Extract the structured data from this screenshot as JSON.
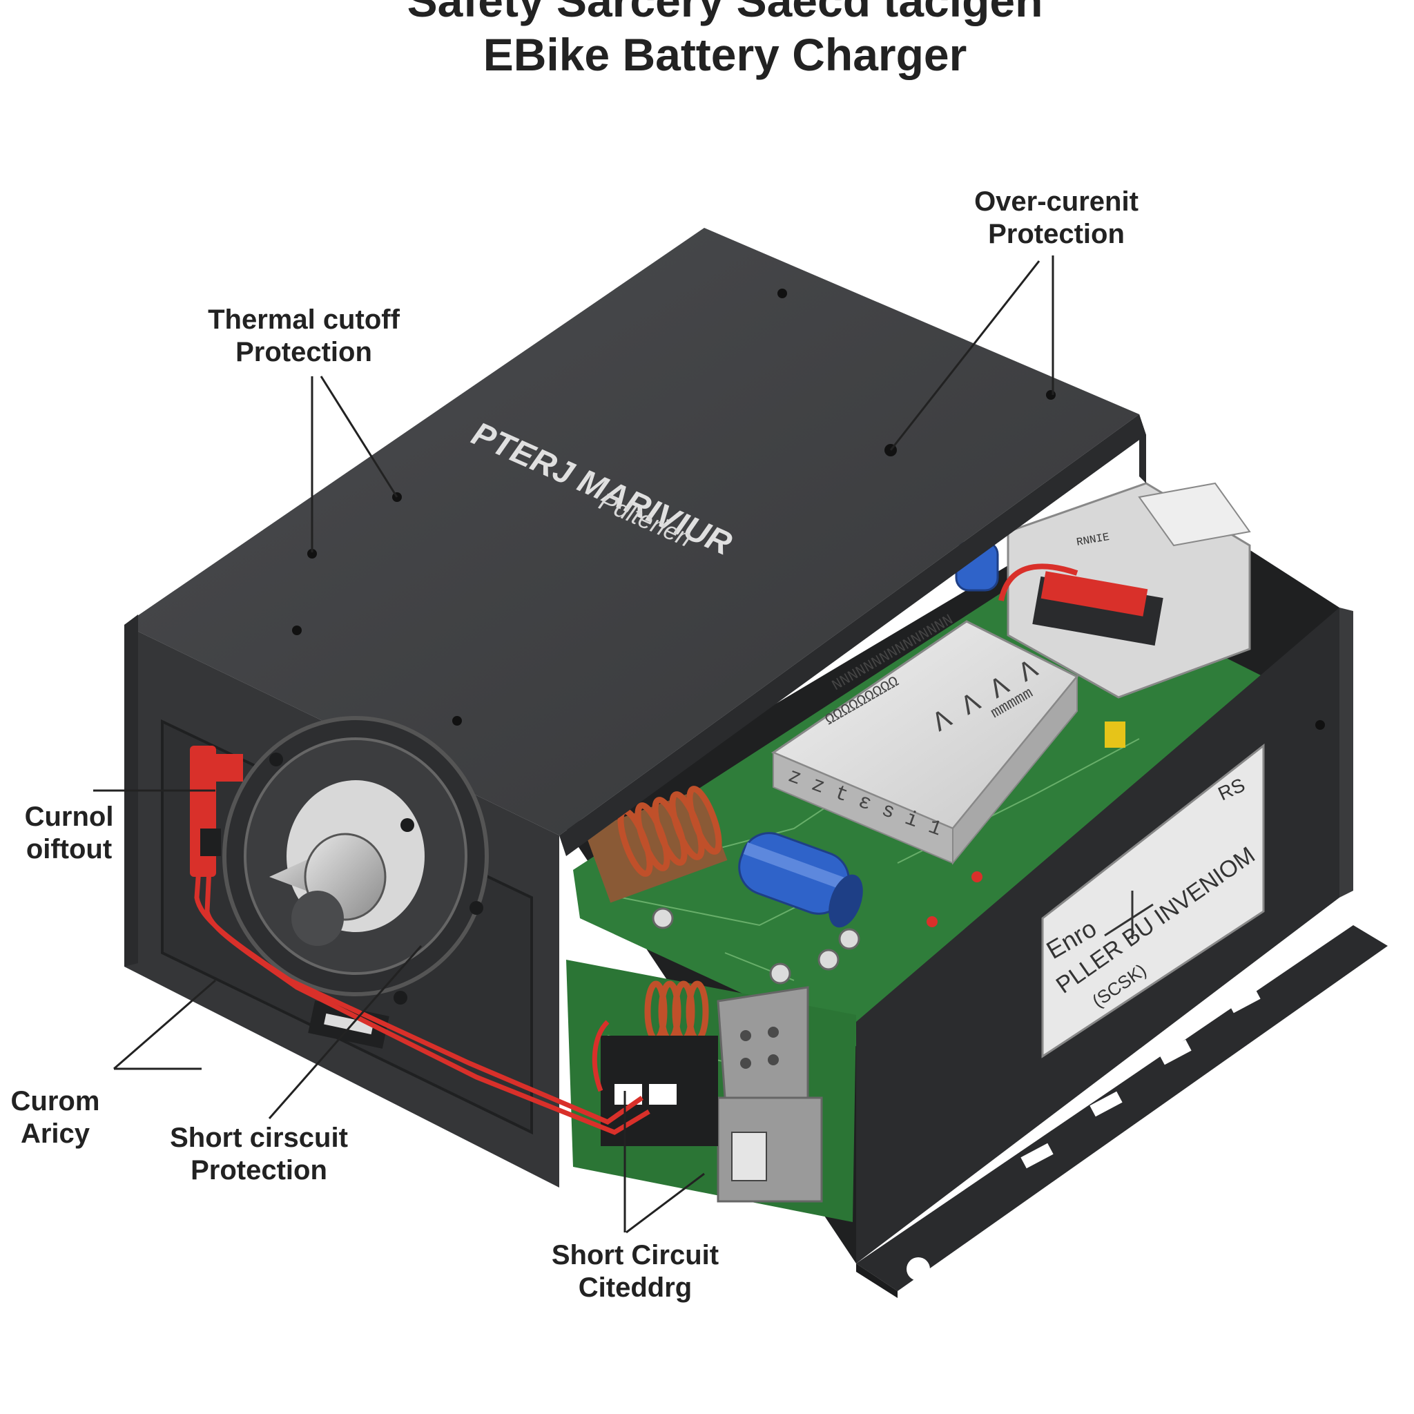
{
  "title": {
    "line1": "Safety Sarcery Saecd tacigen",
    "line2": "EBike Battery Charger"
  },
  "device": {
    "lid_brand": "PTERJ MARIVIUR",
    "lid_sub": "Pdlterien",
    "chip_text_1": "NNNNNNNNNNNNNNN",
    "chip_text_2": "ΩΩΩΩΩΩΩΩΩ",
    "chip_text_3": "Λ Λ Λ Λ",
    "chip_text_4": "mmmmm",
    "chip_text_5": "z z t ε s i 1",
    "label_rs": "RS",
    "label_line1": "Enro",
    "label_line2": "PLLER BU INVENIOM",
    "label_line3": "(SCSK)",
    "board_small_text": "RNNIE"
  },
  "callouts": {
    "over_current": {
      "line1": "Over-curenit",
      "line2": "Protection"
    },
    "thermal_cutoff": {
      "line1": "Thermal cutoff",
      "line2": "Protection"
    },
    "curnol": {
      "line1": "Curnol",
      "line2": "oiftout"
    },
    "curom": {
      "line1": "Curom",
      "line2": "Aricy"
    },
    "short_circuit": {
      "line1": "Short cirscuit",
      "line2": "Protection"
    },
    "short_circuit_2": {
      "line1": "Short Circuit",
      "line2": "Citeddrg"
    }
  },
  "colors": {
    "casing": "#3a3b3d",
    "casing_dark": "#2a2b2d",
    "pcb_green": "#2f7d3a",
    "wire_red": "#d9302a",
    "capacitor_blue": "#2f63c9",
    "coil_copper": "#c0502a",
    "text": "#222222"
  }
}
